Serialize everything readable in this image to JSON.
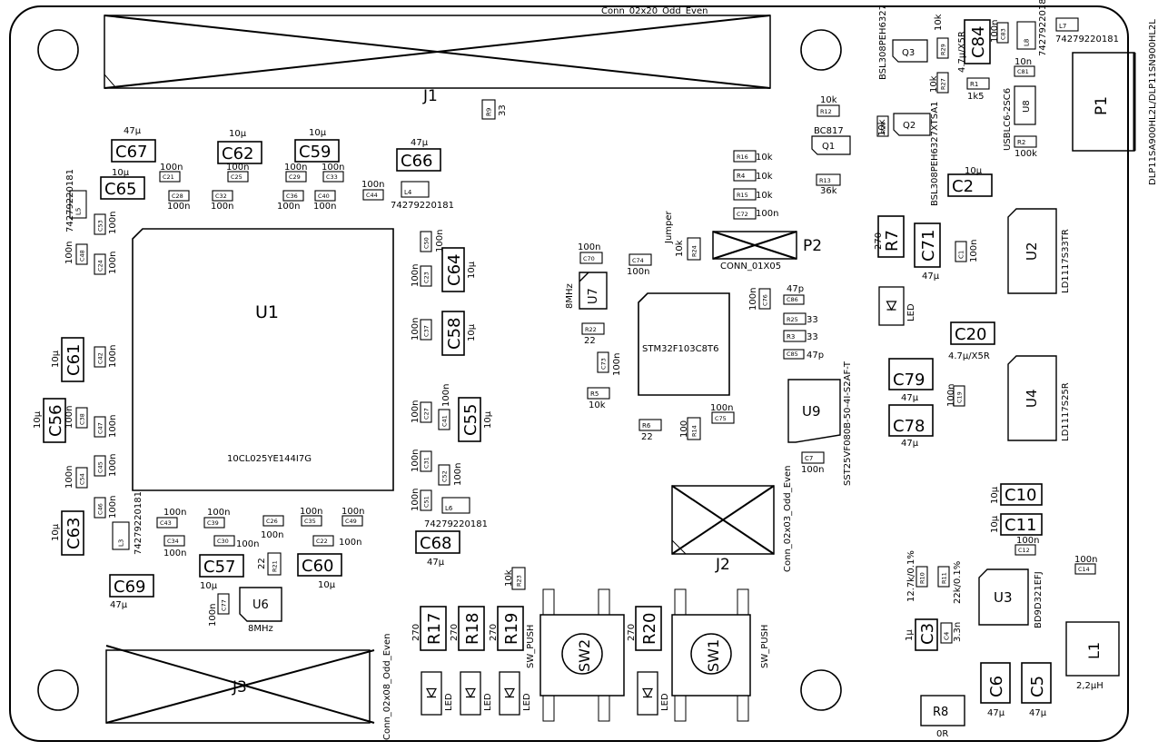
{
  "connectors": {
    "j1": {
      "ref": "J1",
      "value": "Conn_02x20_Odd_Even"
    },
    "j2": {
      "ref": "J2",
      "value": "Conn_02x03_Odd_Even"
    },
    "j3": {
      "ref": "J3",
      "value": "Conn_02x08_Odd_Even"
    },
    "p1": {
      "ref": "P1",
      "value": "DLP11SA900HL2L/DLP11SN900HL2L"
    },
    "p2": {
      "ref": "P2",
      "value": "CONN_01X05"
    }
  },
  "chips": {
    "u1": {
      "ref": "U1",
      "value": "10CL025YE144I7G"
    },
    "mcu": {
      "value": "STM32F103C8T6"
    },
    "u2": {
      "ref": "U2",
      "value": "LD1117S33TR"
    },
    "u3": {
      "ref": "U3",
      "value": "BD9D321EFJ"
    },
    "u4": {
      "ref": "U4",
      "value": "LD1117S25R"
    },
    "u6": {
      "ref": "U6",
      "value": "8MHz"
    },
    "u7": {
      "ref": "U7",
      "value": "8MHz"
    },
    "u8": {
      "ref": "U8",
      "value": "USBLC6-2SC6"
    },
    "u9": {
      "ref": "U9",
      "value": "SST25VF080B-50-4I-S2AF-T"
    }
  },
  "transistors": {
    "q1": {
      "ref": "Q1",
      "value": "BC817"
    },
    "q2": {
      "ref": "Q2",
      "value": "BSL308PEH6327XTSA1"
    },
    "q3": {
      "ref": "Q3",
      "value": "BSL308PEH6327"
    }
  },
  "switches": {
    "sw1": {
      "ref": "SW1",
      "value": "SW_PUSH"
    },
    "sw2": {
      "ref": "SW2",
      "value": "SW_PUSH"
    }
  },
  "misc": {
    "jumper": "Jumper",
    "led": "LED",
    "l1": {
      "ref": "L1",
      "value": "2,2µH"
    },
    "r8": {
      "ref": "R8",
      "value": "0R"
    }
  },
  "big_parts": [
    {
      "ref": "C67",
      "value": "47µ"
    },
    {
      "ref": "C62",
      "value": "10µ"
    },
    {
      "ref": "C59",
      "value": "10µ"
    },
    {
      "ref": "C66",
      "value": "47µ"
    },
    {
      "ref": "C65",
      "value": "10µ"
    },
    {
      "ref": "C64",
      "value": "10µ"
    },
    {
      "ref": "C58",
      "value": "10µ"
    },
    {
      "ref": "C55",
      "value": "10µ"
    },
    {
      "ref": "C61",
      "value": "10µ"
    },
    {
      "ref": "C56",
      "value": "10µ"
    },
    {
      "ref": "C63",
      "value": "10µ"
    },
    {
      "ref": "C57",
      "value": "10µ"
    },
    {
      "ref": "C60",
      "value": "10µ"
    },
    {
      "ref": "C68",
      "value": "47µ"
    },
    {
      "ref": "C69",
      "value": "47µ"
    },
    {
      "ref": "C84",
      "value": "4.7µ/X5R"
    },
    {
      "ref": "C2",
      "value": "10µ"
    },
    {
      "ref": "C71",
      "value": "47µ"
    },
    {
      "ref": "C20",
      "value": "4.7µ/X5R"
    },
    {
      "ref": "C79",
      "value": "47µ"
    },
    {
      "ref": "C78",
      "value": "47µ"
    },
    {
      "ref": "C10",
      "value": "10µ"
    },
    {
      "ref": "C11",
      "value": "10µ"
    },
    {
      "ref": "C3",
      "value": "1µ"
    },
    {
      "ref": "C6",
      "value": "47µ"
    },
    {
      "ref": "C5",
      "value": "47µ"
    },
    {
      "ref": "R7",
      "value": "270"
    },
    {
      "ref": "R17",
      "value": "270"
    },
    {
      "ref": "R18",
      "value": "270"
    },
    {
      "ref": "R19",
      "value": "270"
    },
    {
      "ref": "R20",
      "value": "270"
    }
  ],
  "small_parts": [
    {
      "ref": "R9",
      "value": "33"
    },
    {
      "ref": "R12",
      "value": "10k"
    },
    {
      "ref": "R13",
      "value": "36k"
    },
    {
      "ref": "R16",
      "value": "10k"
    },
    {
      "ref": "R4",
      "value": "10k"
    },
    {
      "ref": "R15",
      "value": "10k"
    },
    {
      "ref": "C72",
      "value": "100n"
    },
    {
      "ref": "R24",
      "value": "10k"
    },
    {
      "ref": "C70",
      "value": "100n"
    },
    {
      "ref": "C74",
      "value": "100n"
    },
    {
      "ref": "R22",
      "value": "22"
    },
    {
      "ref": "C73",
      "value": "100n"
    },
    {
      "ref": "R5",
      "value": "10k"
    },
    {
      "ref": "R6",
      "value": "22"
    },
    {
      "ref": "R14",
      "value": "100"
    },
    {
      "ref": "C75",
      "value": "100n"
    },
    {
      "ref": "C76",
      "value": "100n"
    },
    {
      "ref": "C86",
      "value": "47p"
    },
    {
      "ref": "R25",
      "value": "33"
    },
    {
      "ref": "R3",
      "value": "33"
    },
    {
      "ref": "C85",
      "value": "47p"
    },
    {
      "ref": "C7",
      "value": "100n"
    },
    {
      "ref": "R29",
      "value": "10k"
    },
    {
      "ref": "R27",
      "value": "10k"
    },
    {
      "ref": "R28",
      "value": "10k"
    },
    {
      "ref": "C83",
      "value": "100n"
    },
    {
      "ref": "L8",
      "value": "74279220181"
    },
    {
      "ref": "L7",
      "value": "74279220181"
    },
    {
      "ref": "C81",
      "value": "10n"
    },
    {
      "ref": "R1",
      "value": "1k5"
    },
    {
      "ref": "R2",
      "value": "100k"
    },
    {
      "ref": "C1",
      "value": "100n"
    },
    {
      "ref": "C19",
      "value": "100n"
    },
    {
      "ref": "C12",
      "value": "100n"
    },
    {
      "ref": "C14",
      "value": "100n"
    },
    {
      "ref": "R10",
      "value": "12.7k/0.1%"
    },
    {
      "ref": "R11",
      "value": "22k/0.1%"
    },
    {
      "ref": "C4",
      "value": "3.3n"
    },
    {
      "ref": "C21",
      "value": "100n"
    },
    {
      "ref": "C28",
      "value": "100n"
    },
    {
      "ref": "C25",
      "value": "100n"
    },
    {
      "ref": "C32",
      "value": "100n"
    },
    {
      "ref": "C29",
      "value": "100n"
    },
    {
      "ref": "C33",
      "value": "100n"
    },
    {
      "ref": "C36",
      "value": "100n"
    },
    {
      "ref": "C40",
      "value": "100n"
    },
    {
      "ref": "C44",
      "value": "100n"
    },
    {
      "ref": "L4",
      "value": "74279220181"
    },
    {
      "ref": "L5",
      "value": "74279220181"
    },
    {
      "ref": "C53",
      "value": "100n"
    },
    {
      "ref": "C48",
      "value": "100n"
    },
    {
      "ref": "C24",
      "value": "100n"
    },
    {
      "ref": "C50",
      "value": "100n"
    },
    {
      "ref": "C23",
      "value": "100n"
    },
    {
      "ref": "C37",
      "value": "100n"
    },
    {
      "ref": "C42",
      "value": "100n"
    },
    {
      "ref": "C38",
      "value": "100n"
    },
    {
      "ref": "C47",
      "value": "100n"
    },
    {
      "ref": "C27",
      "value": "100n"
    },
    {
      "ref": "C41",
      "value": "100n"
    },
    {
      "ref": "C54",
      "value": "100n"
    },
    {
      "ref": "C45",
      "value": "100n"
    },
    {
      "ref": "C31",
      "value": "100n"
    },
    {
      "ref": "C52",
      "value": "100n"
    },
    {
      "ref": "C51",
      "value": "100n"
    },
    {
      "ref": "L6",
      "value": "74279220181"
    },
    {
      "ref": "C46",
      "value": "100n"
    },
    {
      "ref": "L3",
      "value": "74279220181"
    },
    {
      "ref": "C43",
      "value": "100n"
    },
    {
      "ref": "C39",
      "value": "100n"
    },
    {
      "ref": "C34",
      "value": "100n"
    },
    {
      "ref": "C30",
      "value": "100n"
    },
    {
      "ref": "C26",
      "value": "100n"
    },
    {
      "ref": "C35",
      "value": "100n"
    },
    {
      "ref": "C22",
      "value": "100n"
    },
    {
      "ref": "C49",
      "value": "100n"
    },
    {
      "ref": "R21",
      "value": "22"
    },
    {
      "ref": "C77",
      "value": "100n"
    },
    {
      "ref": "R23",
      "value": "10k"
    }
  ]
}
